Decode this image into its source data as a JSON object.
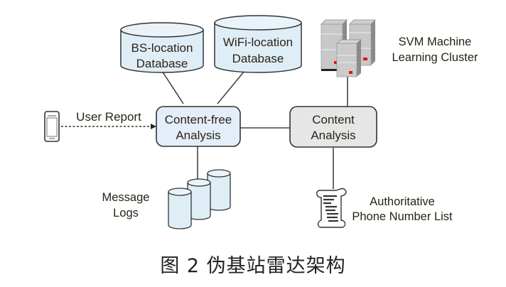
{
  "diagram": {
    "nodes": {
      "bs_db": {
        "line1": "BS-location",
        "line2": "Database"
      },
      "wifi_db": {
        "line1": "WiFi-location",
        "line2": "Database"
      },
      "svm": {
        "line1": "SVM Machine",
        "line2": "Learning Cluster"
      },
      "content_free": {
        "line1": "Content-free",
        "line2": "Analysis"
      },
      "content": {
        "line1": "Content",
        "line2": "Analysis"
      },
      "message_logs": {
        "line1": "Message",
        "line2": "Logs"
      },
      "phone_list": {
        "line1": "Authoritative",
        "line2": "Phone Number List"
      },
      "phone_device": {
        "icon": "smartphone-icon"
      }
    },
    "edges": {
      "user_report": "User Report"
    },
    "colors": {
      "db_fill": "#dfeef6",
      "box_blue_fill": "#e3eef8",
      "box_gray_fill": "#e6e6e6",
      "stroke": "#333333",
      "server_led": "#e81010"
    }
  },
  "caption": "图 2  伪基站雷达架构"
}
